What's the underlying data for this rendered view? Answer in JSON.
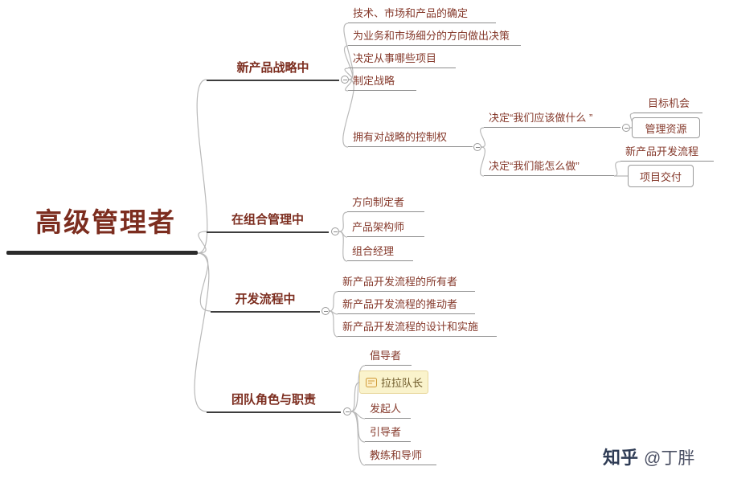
{
  "root": {
    "label": "高级管理者"
  },
  "branches": [
    {
      "label": "新产品战略中",
      "children": [
        {
          "label": "技术、市场和产品的确定"
        },
        {
          "label": "为业务和市场细分的方向做出决策"
        },
        {
          "label": "决定从事哪些项目"
        },
        {
          "label": "制定战略"
        },
        {
          "label": "拥有对战略的控制权",
          "children": [
            {
              "label": "决定“我们应该做什么 ”",
              "children": [
                {
                  "label": "目标机会"
                },
                {
                  "label": "管理资源"
                }
              ]
            },
            {
              "label": "决定“我们能怎么做”",
              "children": [
                {
                  "label": "新产品开发流程"
                },
                {
                  "label": "项目交付"
                }
              ]
            }
          ]
        }
      ]
    },
    {
      "label": "在组合管理中",
      "children": [
        {
          "label": "方向制定者"
        },
        {
          "label": "产品架构师"
        },
        {
          "label": "组合经理"
        }
      ]
    },
    {
      "label": "开发流程中",
      "children": [
        {
          "label": "新产品开发流程的所有者"
        },
        {
          "label": "新产品开发流程的推动者"
        },
        {
          "label": "新产品开发流程的设计和实施"
        }
      ]
    },
    {
      "label": "团队角色与职责",
      "children": [
        {
          "label": "倡导者"
        },
        {
          "label": "拉拉队长"
        },
        {
          "label": "发起人"
        },
        {
          "label": "引导者"
        },
        {
          "label": "教练和导师"
        }
      ]
    }
  ],
  "icons": {
    "cheerleader_badge": "badge-icon",
    "collapse": "minus"
  },
  "colors": {
    "root_text": "#7c2d1f",
    "branch_text": "#7c2d1f",
    "leaf_text": "#85392b",
    "highlight_bg": "#faf3cc",
    "root_line": "#2b2b2b",
    "connector": "#b9b9b9"
  },
  "watermark": {
    "brand": "知乎",
    "handle": "@丁胖"
  }
}
